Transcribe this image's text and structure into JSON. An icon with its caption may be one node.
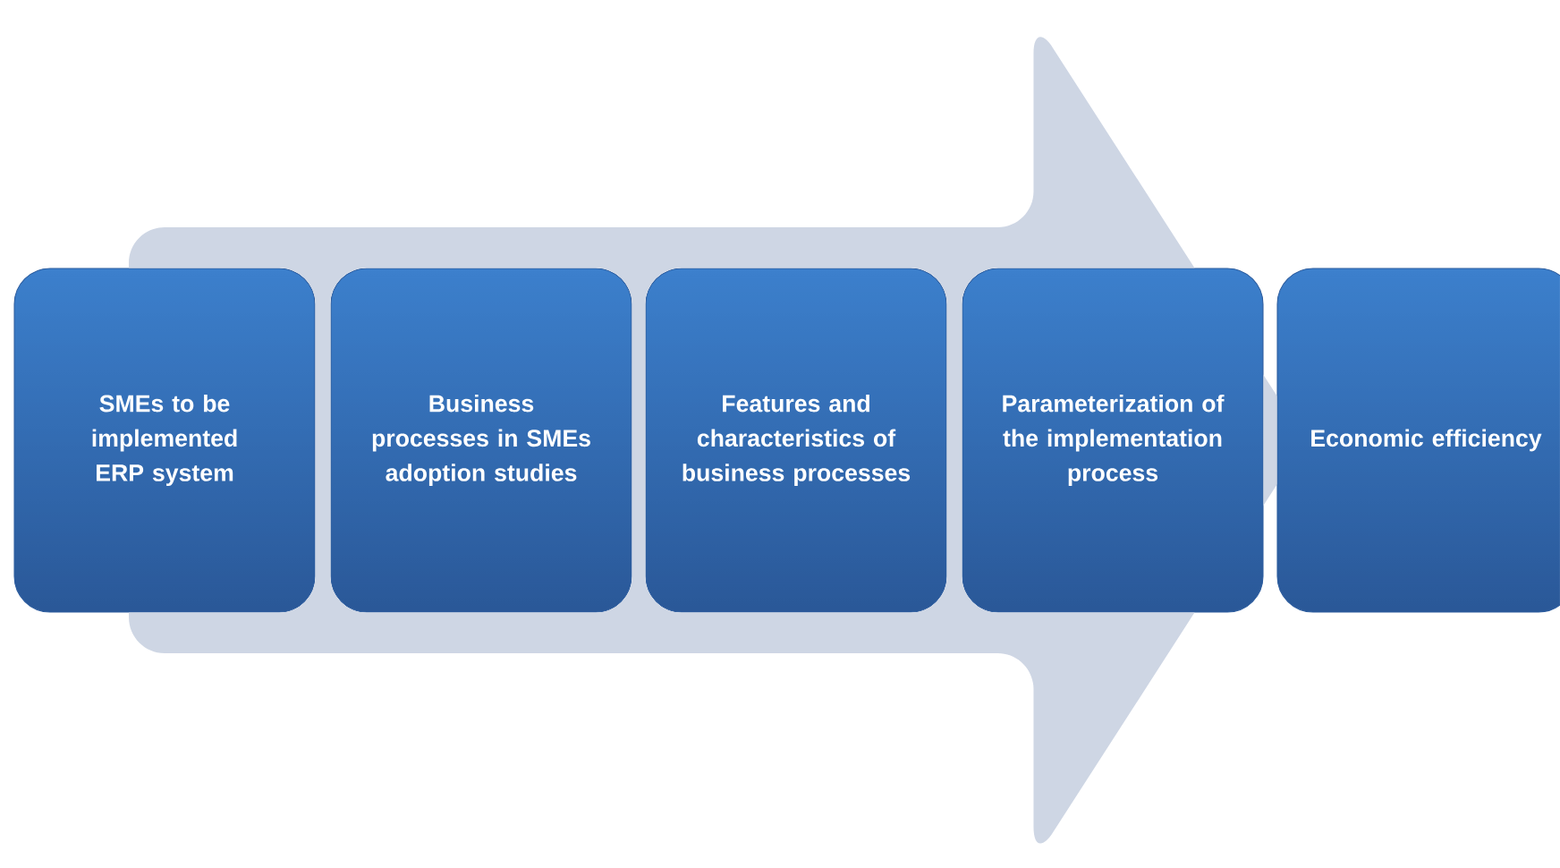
{
  "diagram": {
    "nodes": [
      {
        "text": [
          "SMEs to be implemented ERP system"
        ]
      },
      {
        "text": [
          "Business processes in SMEs adoption studies"
        ]
      },
      {
        "text": [
          "Features and characteristics of business processes"
        ]
      },
      {
        "text": [
          "Parameterization of the implementation process"
        ]
      },
      {
        "text": [
          "Economic efficiency"
        ]
      }
    ],
    "edges": [
      {
        "from": 0,
        "to": 4,
        "arrow": "to"
      }
    ]
  }
}
